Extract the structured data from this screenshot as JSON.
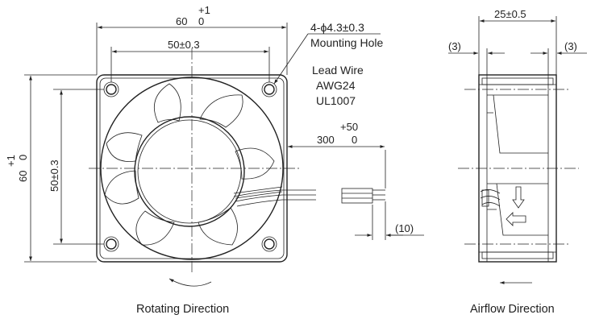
{
  "front_view": {
    "width_nominal": "60",
    "width_tol_upper": "+1",
    "width_tol_lower": "0",
    "hole_pitch": "50±0.3",
    "height_nominal": "60",
    "height_tol_upper": "+1",
    "height_tol_lower": "0",
    "hole_pitch_vertical": "50±0.3",
    "mounting_hole_spec": "4-ϕ4.3±0.3",
    "mounting_hole_label": "Mounting Hole",
    "lead_wire_line1": "Lead Wire",
    "lead_wire_line2": "AWG24",
    "lead_wire_line3": "UL1007",
    "lead_length_nominal": "300",
    "lead_length_tol_upper": "+50",
    "lead_length_tol_lower": "0",
    "strip_length": "(10)",
    "caption": "Rotating Direction"
  },
  "side_view": {
    "depth": "25±0.5",
    "flange_left": "(3)",
    "flange_right": "(3)",
    "caption": "Airflow Direction"
  }
}
